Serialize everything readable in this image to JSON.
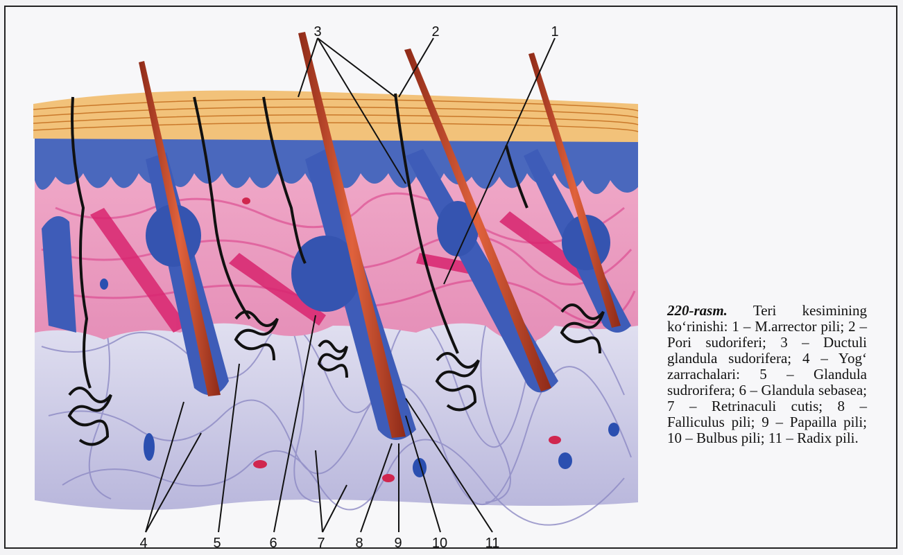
{
  "figure": {
    "number_title": "220-rasm.",
    "caption_text": "Teri kesimining ko‘rinishi:",
    "legend": "1 – M.arrector pili; 2 – Pori sudoriferi; 3 – Ductuli glandula sudorifera; 4 – Yog‘ zarrachalari: 5 – Glandula sudrorifera; 6 – Glandula sebasea; 7 – Retrinaculi cutis; 8 – Falliculus pili; 9 – Papailla pili; 10 – Bulbus pili; 11 – Radix pili."
  },
  "labels": {
    "l1": "1",
    "l2": "2",
    "l3": "3",
    "l4": "4",
    "l5": "5",
    "l6": "6",
    "l7": "7",
    "l8": "8",
    "l9": "9",
    "l10": "10",
    "l11": "11"
  },
  "colors": {
    "epidermis_top": "#e8a04a",
    "epidermis_blue": "#3f5fb4",
    "dermis_pink": "#d94f93",
    "hypodermis": "#c9cde8",
    "hair": "#c8452a"
  }
}
